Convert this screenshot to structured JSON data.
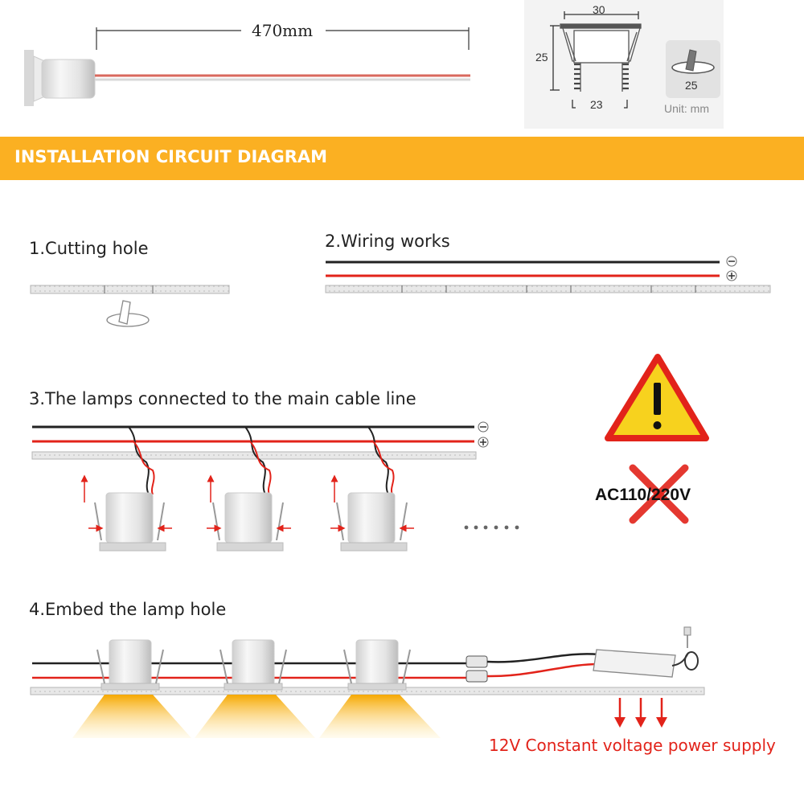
{
  "top": {
    "cable_length": "470mm",
    "dimensions": {
      "width_top": "30",
      "height": "25",
      "width_bottom": "23",
      "hole": "25",
      "unit": "Unit: mm"
    }
  },
  "banner": {
    "title": "INSTALLATION CIRCUIT DIAGRAM"
  },
  "steps": {
    "s1": "1.Cutting hole",
    "s2": "2.Wiring works",
    "s3": "3.The lamps connected to the main cable line",
    "s4": "4.Embed the lamp hole"
  },
  "warning": {
    "ac_label": "AC110/220V"
  },
  "power_supply": {
    "label": "12V Constant voltage power supply"
  },
  "colors": {
    "banner": "#fbb022",
    "red_wire": "#e2231a",
    "black_wire": "#222222",
    "warning_yellow": "#f7d21e"
  }
}
